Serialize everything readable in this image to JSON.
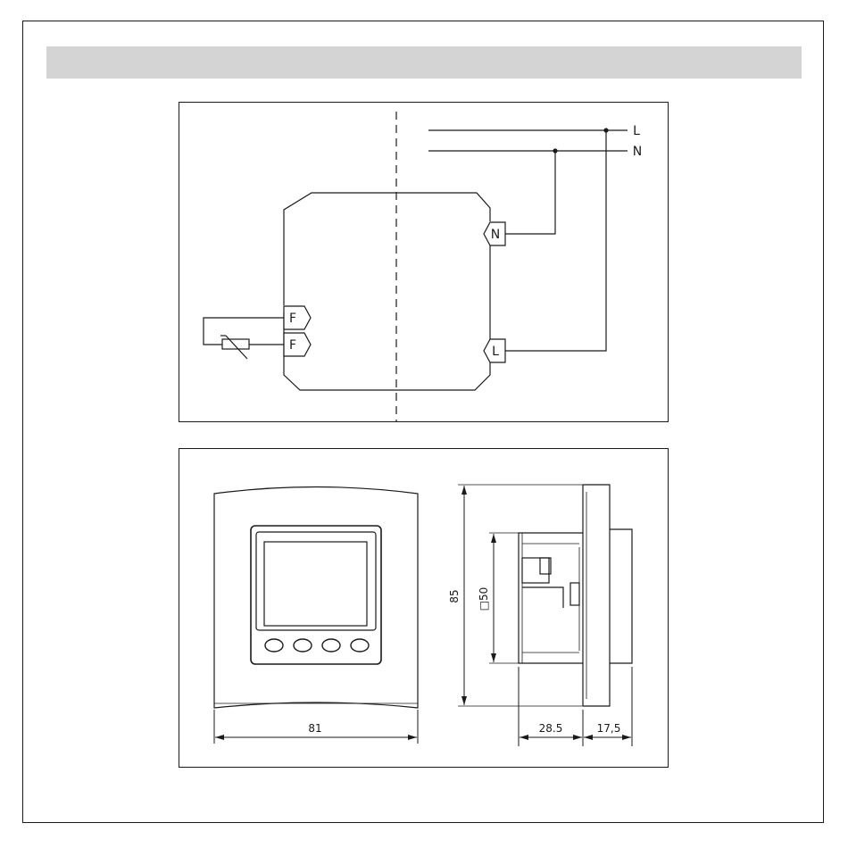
{
  "header": {
    "title": ""
  },
  "wiring": {
    "supply_lines": [
      "L",
      "N"
    ],
    "terminals": {
      "neutral": "N",
      "live": "L",
      "sensor_a": "F",
      "sensor_b": "F"
    }
  },
  "dimensions": {
    "width": "81",
    "height": "85",
    "square_cutout": "□50",
    "body_depth": "28.5",
    "front_depth": "17,5"
  },
  "front_view": {
    "button_count": 4
  }
}
